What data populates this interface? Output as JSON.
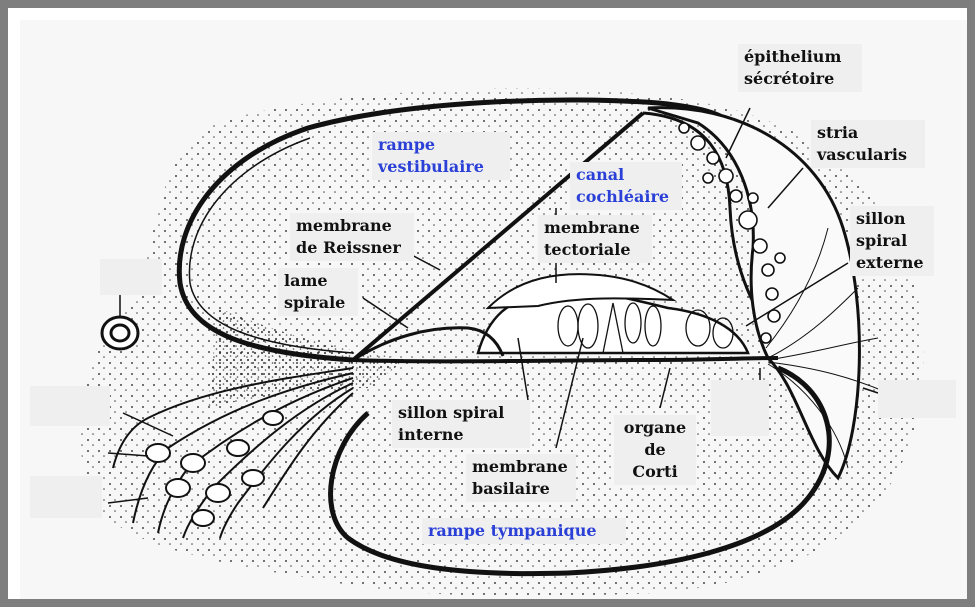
{
  "diagram": {
    "labels": {
      "rampe_vestibulaire": "rampe\nvestibulaire",
      "canal_cochleaire": "canal\ncochléaire",
      "epithelium_secretoire": "épithelium\nsécrétoire",
      "stria_vascularis": "stria\nvascularis",
      "sillon_spiral_externe": "sillon\nspiral\nexterne",
      "membrane_de_reissner": "membrane\nde Reissner",
      "membrane_tectoriale": "membrane\ntectoriale",
      "lame_spirale": "lame\nspirale",
      "sillon_spiral_interne": "sillon spiral\ninterne",
      "membrane_basilaire": "membrane\nbasilaire",
      "organe_de_corti": "organe\nde\nCorti",
      "rampe_tympanique": "rampe tympanique"
    },
    "colors": {
      "scala_label": "#2a40d6",
      "label_text": "#111111",
      "label_box": "#efefef",
      "ink": "#111111",
      "frame": "#7e7e7e"
    }
  }
}
